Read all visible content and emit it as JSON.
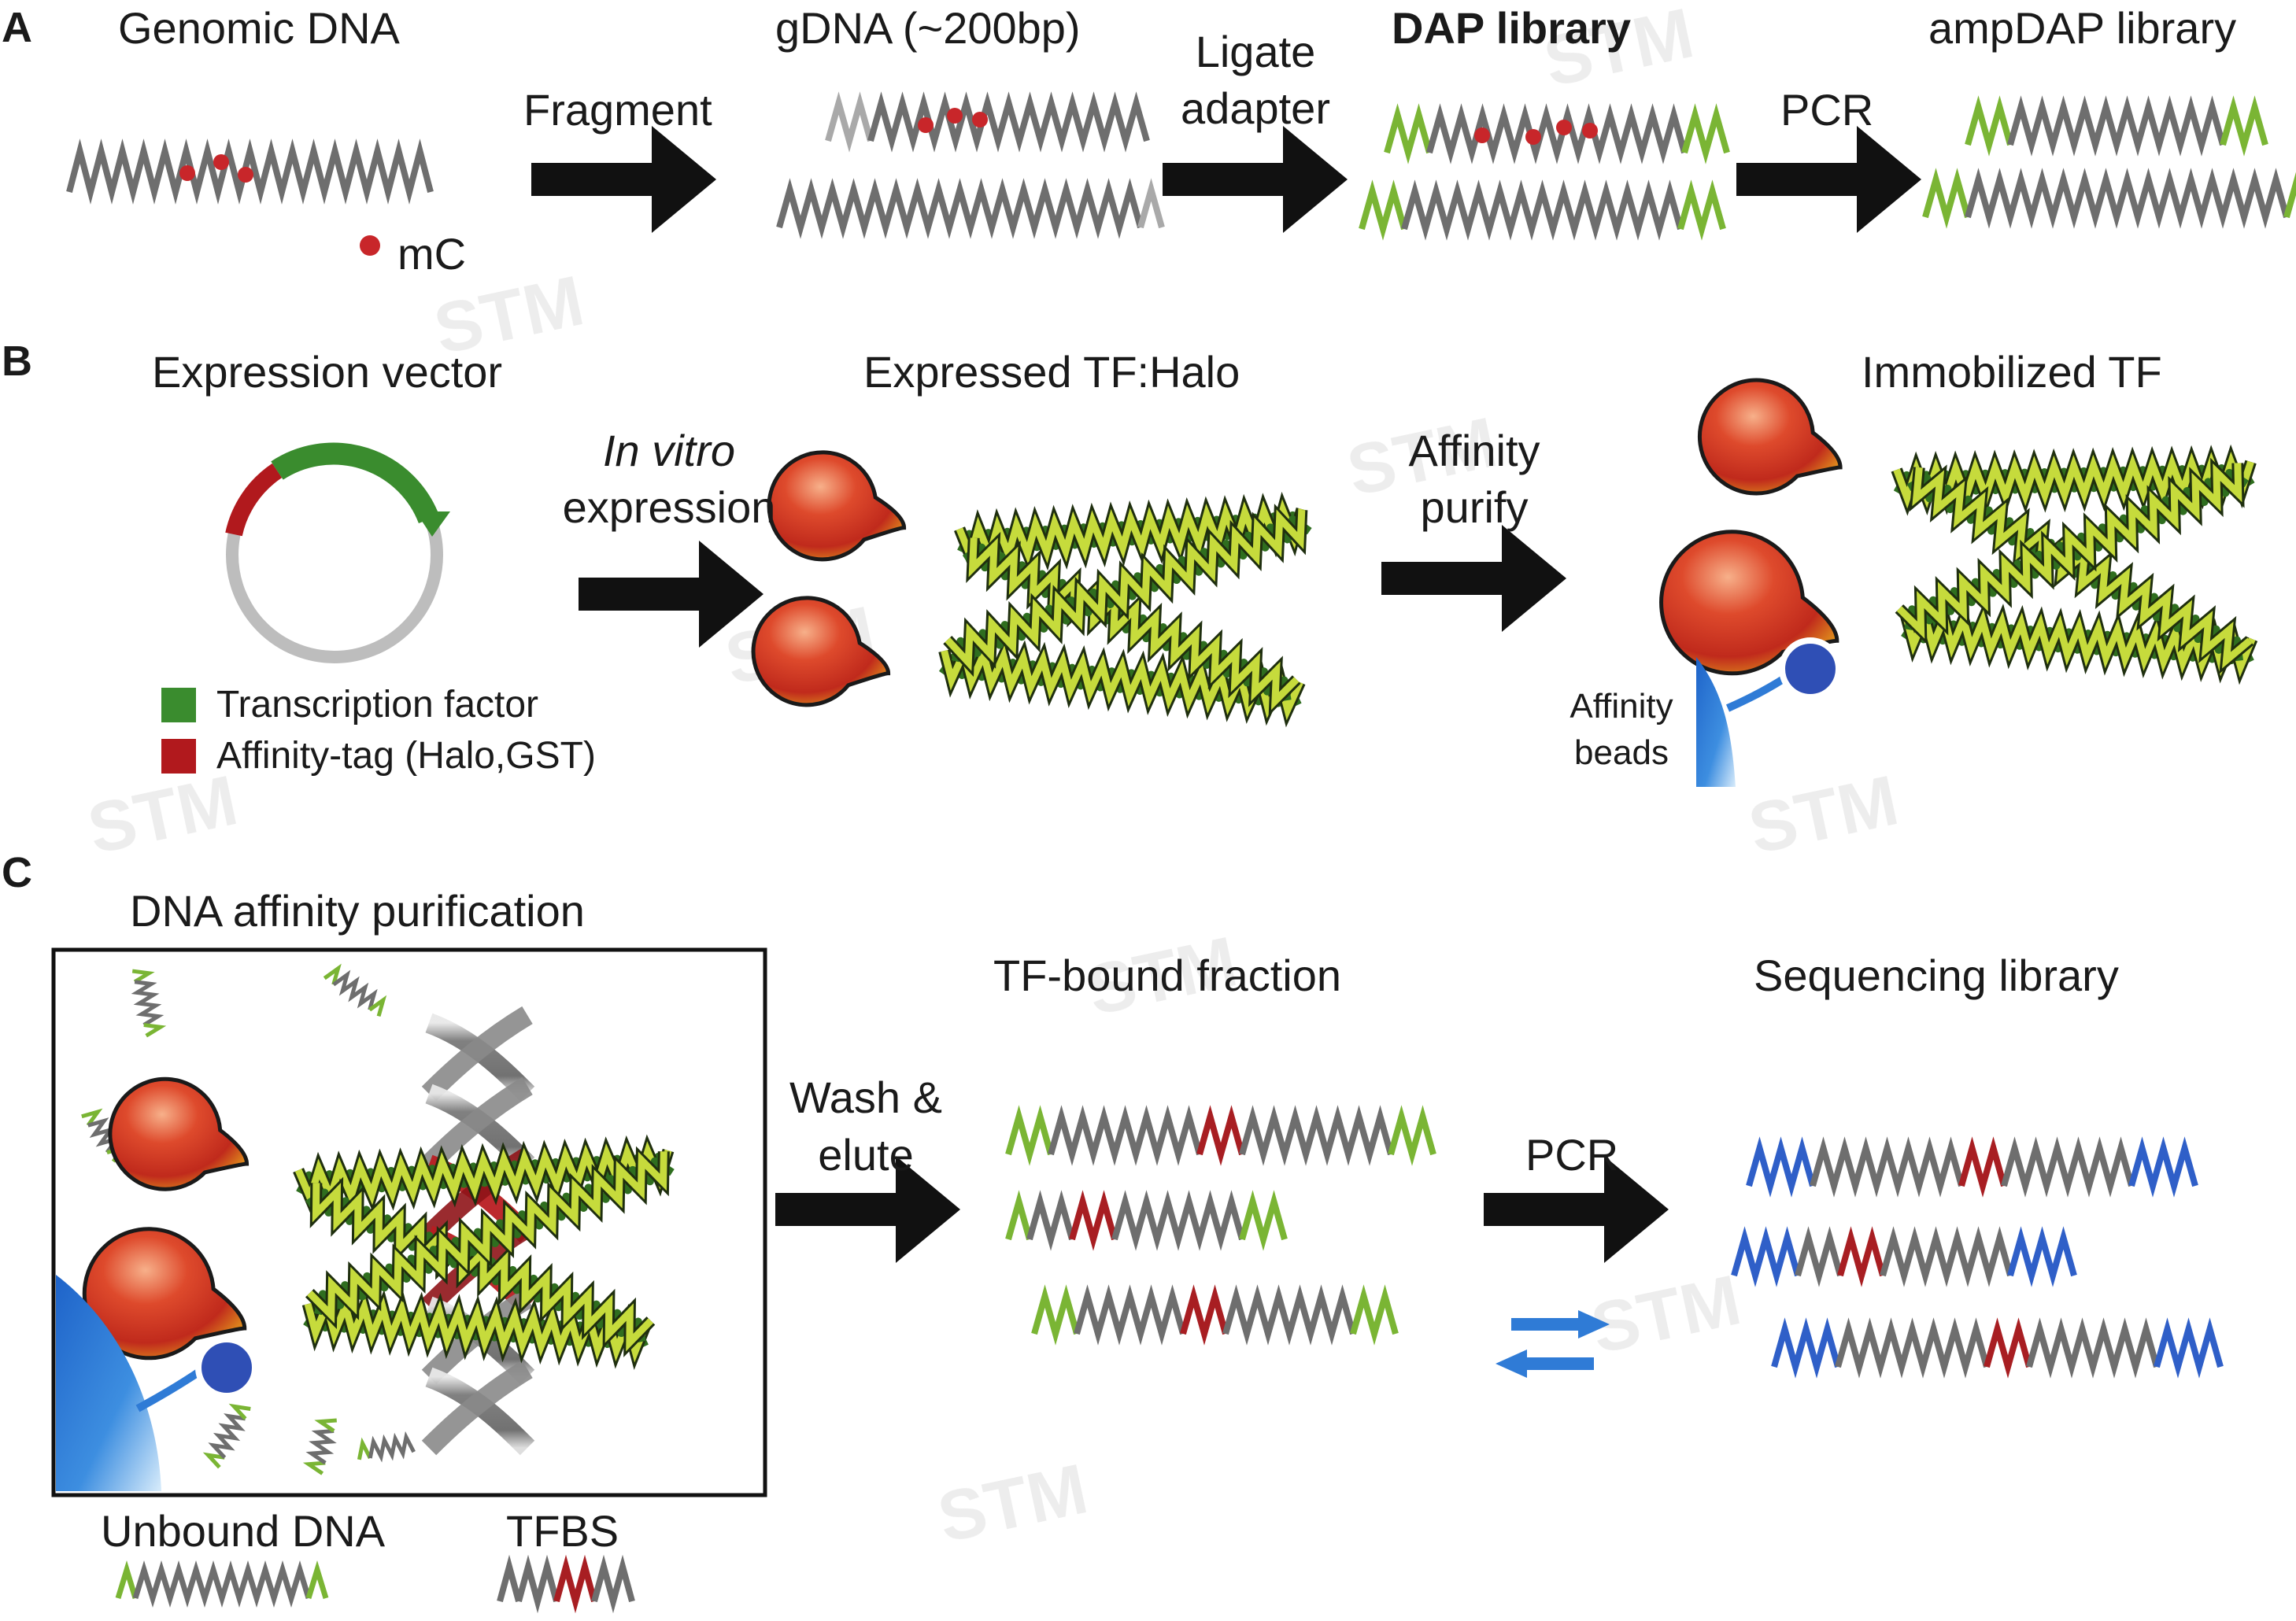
{
  "panels": {
    "a": "A",
    "b": "B",
    "c": "C"
  },
  "panel_a": {
    "genomic_dna": "Genomic DNA",
    "mc_legend": "mC",
    "step_fragment": "Fragment",
    "gdna": "gDNA (~200bp)",
    "step_ligate_line1": "Ligate",
    "step_ligate_line2": "adapter",
    "dap_library": "DAP library",
    "step_pcr": "PCR",
    "ampdap_library": "ampDAP library"
  },
  "panel_b": {
    "expression_vector": "Expression vector",
    "step_invitro_italic": "In vitro",
    "step_invitro_rest": "expression",
    "expressed_tf": "Expressed TF:Halo",
    "step_affinity_line1": "Affinity",
    "step_affinity_line2": "purify",
    "immobilized_tf": "Immobilized TF",
    "legend_tf": "Transcription factor",
    "legend_tag": "Affinity-tag (Halo,GST)",
    "beads_line1": "Affinity",
    "beads_line2": "beads"
  },
  "panel_c": {
    "dna_affinity_purification": "DNA affinity purification",
    "unbound_dna": "Unbound DNA",
    "tfbs": "TFBS",
    "step_wash_line1": "Wash &",
    "step_wash_line2": "elute",
    "tf_bound_fraction": "TF-bound fraction",
    "step_pcr": "PCR",
    "sequencing_library": "Sequencing library"
  },
  "colors": {
    "dna_grey": "#6e6e6e",
    "adapter_green": "#7ab534",
    "methyl_red": "#c8262a",
    "tfbs_red": "#a81e22",
    "tf_green": "#3a8c2e",
    "helix_lime": "#c6db3c",
    "protein_red": "#d9402a",
    "bead_blue": "#2f7bd6",
    "seq_blue": "#2f5fc8",
    "arrow": "#111111"
  },
  "watermark": "STM"
}
